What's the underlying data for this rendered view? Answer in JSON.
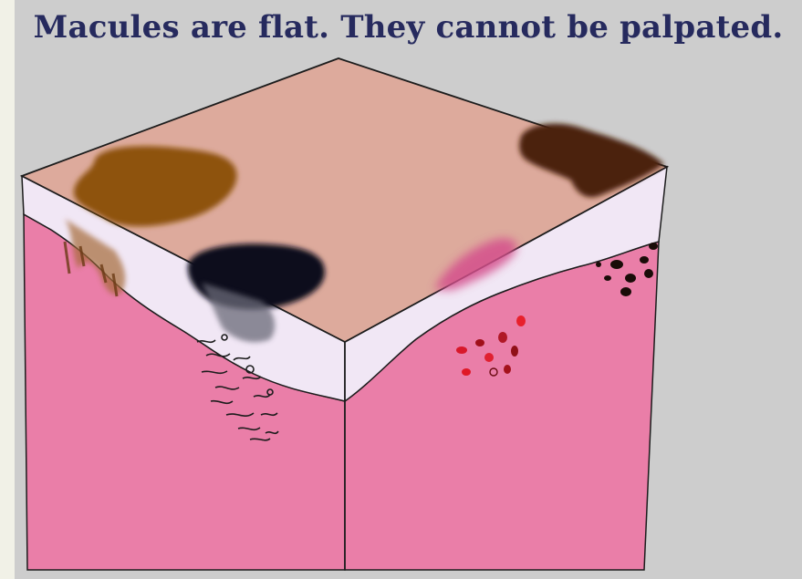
{
  "slide": {
    "title": "Macules are flat.  They cannot be palpated."
  },
  "colors": {
    "background": "#cdcdcd",
    "title": "#262a5e",
    "skin_surface": "#ddaa9c",
    "epidermis": "#f1e7f5",
    "dermis": "#ea7ea8",
    "outline": "#1c1c1c"
  },
  "lesions": [
    {
      "name": "brown-macule",
      "color": "#8e5210"
    },
    {
      "name": "black-macule",
      "color": "#0e0e1e"
    },
    {
      "name": "dark-brown-macule",
      "color": "#4c240e"
    },
    {
      "name": "pink-macule",
      "color": "#d4508c"
    }
  ]
}
